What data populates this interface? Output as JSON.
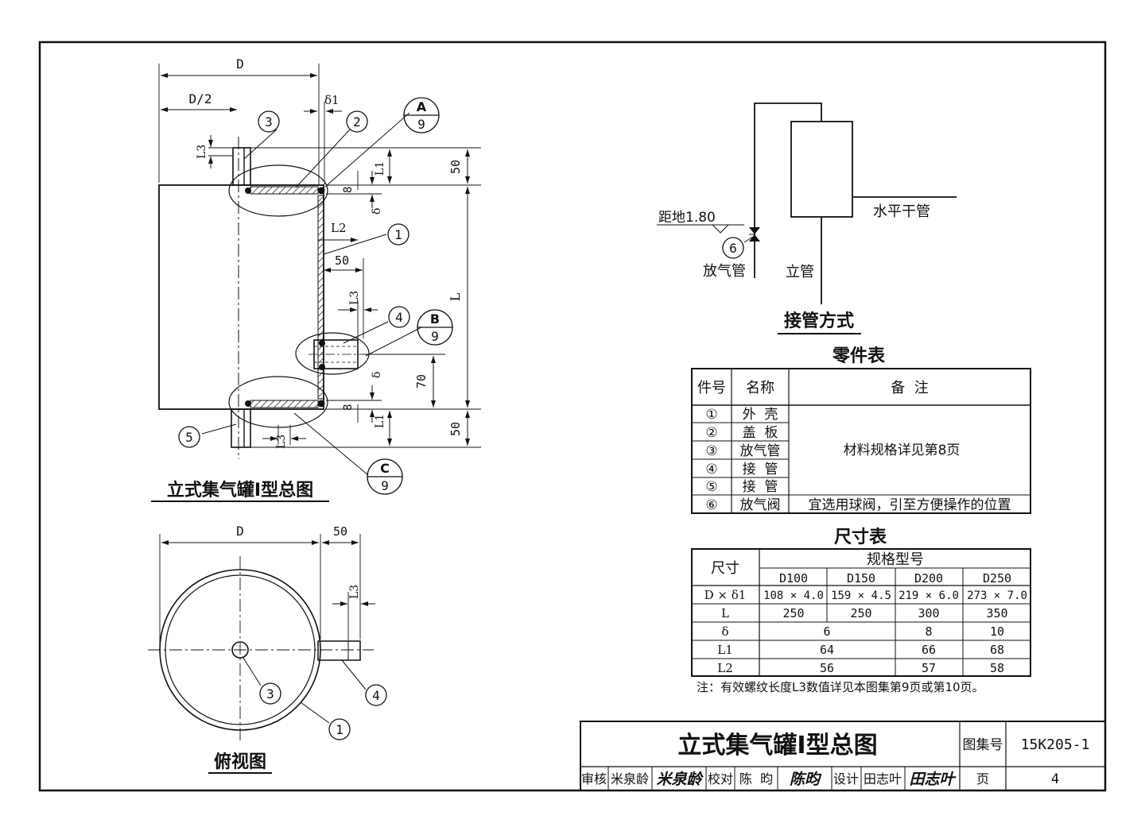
{
  "front_view": {
    "title": "立式集气罐Ⅰ型总图",
    "dims": {
      "D": "D",
      "D_half": "D/2",
      "delta1": "δ1",
      "top_50": "50",
      "bottom_50": "50",
      "L": "L",
      "L1_top": "L1",
      "L1_bottom": "L1",
      "L2": "L2",
      "L3_left_top": "L3",
      "L3_left_bottom": "L3",
      "L3_pipe": "L3",
      "pipe_50": "50",
      "dim_70": "70",
      "delta_top": "δ",
      "delta_bottom": "δ",
      "eight_top": "8",
      "eight_bottom": "8"
    },
    "callouts": {
      "c1": "1",
      "c2": "2",
      "c3": "3",
      "c4": "4",
      "c5": "5"
    },
    "details": [
      {
        "letter": "A",
        "page": "9"
      },
      {
        "letter": "B",
        "page": "9"
      },
      {
        "letter": "C",
        "page": "9"
      }
    ]
  },
  "top_view": {
    "title": "俯视图",
    "dims": {
      "D": "D",
      "d50": "50",
      "L3": "L3"
    },
    "callouts": {
      "c1": "1",
      "c3": "3",
      "c4": "4"
    }
  },
  "piping": {
    "title": "接管方式",
    "labels": {
      "height": "距地1.80",
      "vent_pipe": "放气管",
      "riser": "立管",
      "main": "水平干管",
      "valve_no": "6"
    }
  },
  "parts_table": {
    "title": "零件表",
    "headers": [
      "件号",
      "名称",
      "备  注"
    ],
    "rows": [
      {
        "no": "①",
        "name": "外  壳"
      },
      {
        "no": "②",
        "name": "盖  板"
      },
      {
        "no": "③",
        "name": "放气管"
      },
      {
        "no": "④",
        "name": "接  管"
      },
      {
        "no": "⑤",
        "name": "接  管"
      },
      {
        "no": "⑥",
        "name": "放气阀"
      }
    ],
    "note_merged": "材料规格详见第8页",
    "note_row6": "宜选用球阀，引至方便操作的位置"
  },
  "size_table": {
    "title": "尺寸表",
    "col_header": "尺寸",
    "group_header": "规格型号",
    "models": [
      "D100",
      "D150",
      "D200",
      "D250"
    ],
    "row_labels": [
      "D × δ1",
      "L",
      "δ",
      "L1",
      "L2"
    ],
    "dxd": [
      "108 × 4.0",
      "159 × 4.5",
      "219 × 6.0",
      "273 × 7.0"
    ],
    "L": [
      "250",
      "250",
      "300",
      "350"
    ],
    "delta": [
      "6",
      "8",
      "10"
    ],
    "L1": [
      "64",
      "66",
      "68"
    ],
    "L2": [
      "56",
      "57",
      "58"
    ],
    "note": "注：有效螺纹长度L3数值详见本图集第9页或第10页。"
  },
  "title_block": {
    "drawing_title": "立式集气罐Ⅰ型总图",
    "atlas_label": "图集号",
    "atlas_no": "15K205-1",
    "review_label": "审核",
    "reviewer": "米泉龄",
    "reviewer_sig": "米泉龄",
    "check_label": "校对",
    "checker": "陈  昀",
    "checker_sig": "陈昀",
    "design_label": "设计",
    "designer": "田志叶",
    "designer_sig": "田志叶",
    "page_label": "页",
    "page_no": "4"
  }
}
